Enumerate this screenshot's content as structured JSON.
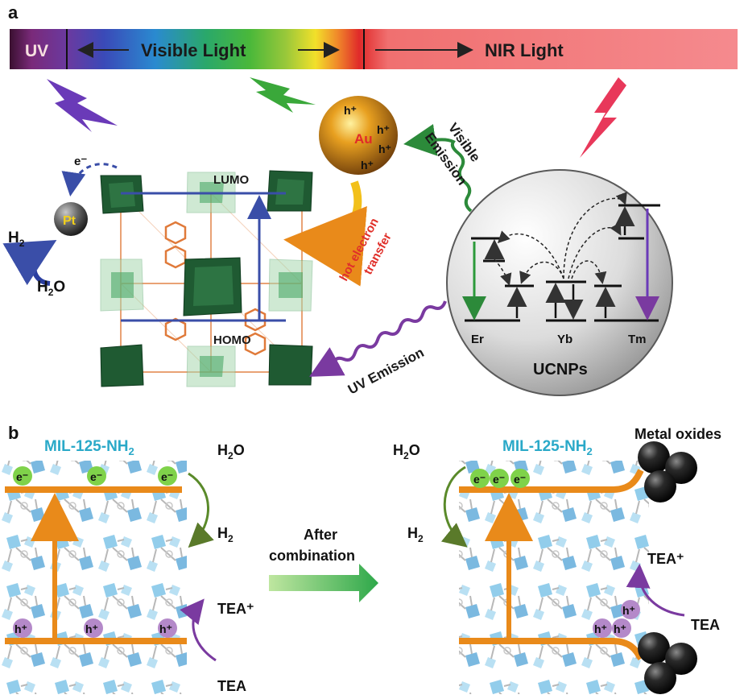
{
  "panel_a": {
    "label": "a",
    "spectrum": {
      "uv": "UV",
      "visible": "Visible Light",
      "nir": "NIR Light"
    },
    "au": {
      "label": "Au",
      "holes": [
        "h⁺",
        "h⁺",
        "h⁺",
        "h⁺"
      ]
    },
    "pt": {
      "label": "Pt",
      "electron": "e⁻",
      "h2": "H",
      "h2_sub": "2",
      "h2o": "H",
      "h2o_sub": "2",
      "h2o_tail": "O"
    },
    "lumo": "LUMO",
    "homo": "HOMO",
    "hot_electron": [
      "hot electron",
      "transfer"
    ],
    "visible_emission": [
      "Visible",
      "Emission"
    ],
    "uv_emission": "UV Emission",
    "ucnps": {
      "title": "UCNPs",
      "ions": [
        "Er",
        "Yb",
        "Tm"
      ]
    }
  },
  "panel_b": {
    "label": "b",
    "mof_label": "MIL-125-NH",
    "mof_sub": "2",
    "electron": "e⁻",
    "hole": "h⁺",
    "h2o": {
      "main": "H",
      "sub": "2",
      "tail": "O"
    },
    "h2": {
      "main": "H",
      "sub": "2"
    },
    "tea_plus": "TEA⁺",
    "tea": "TEA",
    "arrow_text": [
      "After",
      "combination"
    ],
    "metal_oxides": "Metal oxides"
  },
  "colors": {
    "frame_green": "#1f5a32",
    "band_orange": "#e98a1a",
    "blue_arrow": "#3a4ea8",
    "green_wave": "#2c8a3a",
    "purple_wave": "#7a3aa0",
    "mof_label": "#2aa9c8",
    "red_text": "#e0302a",
    "electron_green": "#7fd24a",
    "hole_purple": "#b489c9"
  },
  "icons": [
    "lightning-bolt-icon",
    "gold-nanoparticle-icon",
    "platinum-particle-icon",
    "metal-oxide-sphere-icon"
  ]
}
